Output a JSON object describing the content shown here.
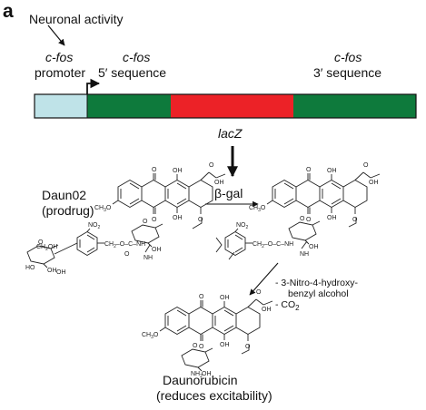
{
  "panel_label": "a",
  "activity_label": "Neuronal activity",
  "gene": {
    "promoter_name": "c-fos",
    "promoter_label": "promoter",
    "five_prime_name": "c-fos",
    "five_prime_label": "5′ sequence",
    "three_prime_name": "c-fos",
    "three_prime_label": "3′ sequence",
    "reporter_label": "lacZ"
  },
  "reaction": {
    "prodrug_name": "Daun02",
    "prodrug_note": "(prodrug)",
    "enzyme_label": "β-gal",
    "byproduct_1": "- 3-Nitro-4-hydroxy-",
    "byproduct_1b": "benzyl alcohol",
    "byproduct_2": "- CO",
    "byproduct_2_sub": "2",
    "product_name": "Daunorubicin",
    "product_note": "(reduces excitability)"
  },
  "colors": {
    "promoter_segment": "#bfe3e8",
    "fos_segment": "#0e7a3c",
    "lacz_segment": "#ec2227",
    "outline": "#111111"
  }
}
